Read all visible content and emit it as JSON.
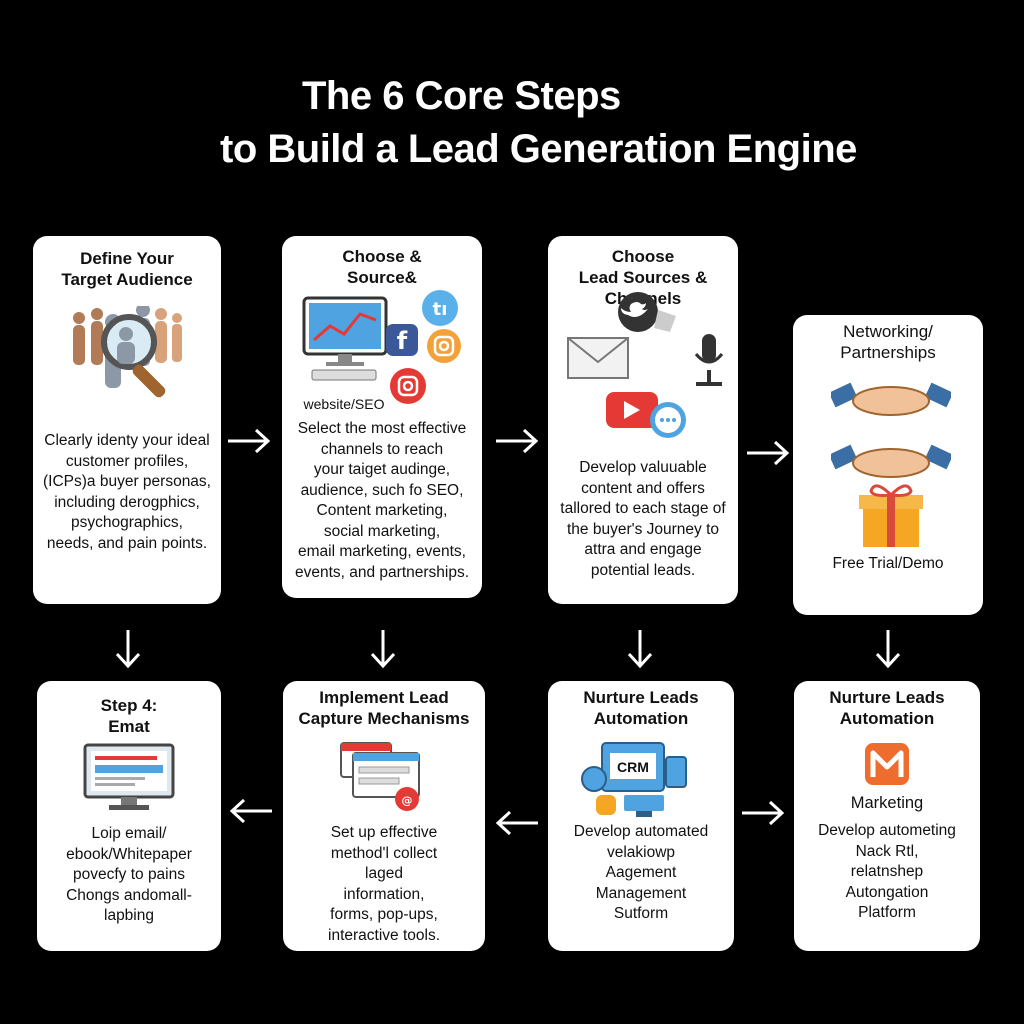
{
  "title": {
    "line1": "The 6 Core Steps",
    "line2": "to Build a Lead Generation Engine"
  },
  "cards": {
    "c1": {
      "heading": "Define Your\nTarget Audience",
      "body": "Clearly identy your ideal\ncustomer profiles,\n(ICPs)a buyer personas,\nincluding derogphics,\npsychographics,\nneeds, and pain points."
    },
    "c2": {
      "heading": "Choose &\nSource&",
      "caption": "website/SEO",
      "body": "Select the most effective\nchannels to reach\nyour taiget audinge,\naudience, such fo SEO,\nContent marketing,\nsocial marketing,\nemail marketing, events,\nevents, and partnerships."
    },
    "c3": {
      "heading": "Choose\nLead Sources & Channels",
      "body": "Develop valuuable\ncontent and offers\ntallored to each stage of\nthe buyer's Journey to\nattra and engage\npotential leads."
    },
    "c4": {
      "heading": "Networking/\nPartnerships",
      "caption": "Free Trial/Demo"
    },
    "c5": {
      "heading": "Step 4:\nEmat",
      "body": "Loip email/\nebook/Whitepaper\npovecfy to pains\nChongs andomall-\nlapbing"
    },
    "c6": {
      "heading": "Implement Lead\nCapture Mechanisms",
      "body": "Set up effective\nmethod'l collect\nlaged\ninformation,\nforms, pop-ups,\ninteractive tools."
    },
    "c7": {
      "heading": "Nurture Leads\nAutomation",
      "crm_label": "CRM",
      "body": "Develop automated\nvelakiowp\nAagement\nManagement\nSutform"
    },
    "c8": {
      "heading": "Nurture Leads\nAutomation",
      "caption": "Marketing",
      "body": "Develop autometing\nNack Rtl,\nrelatnshep\nAutongation\nPlatform"
    }
  },
  "icons": {
    "c1": "audience-magnifier-icon",
    "c2": "social-media-computer-icon",
    "c3": "channels-icon",
    "c4": "handshake-gift-icon",
    "c5": "email-monitor-icon",
    "c6": "capture-form-icon",
    "c7": "crm-icon",
    "c8": "marketing-automation-icon"
  },
  "colors": {
    "background": "#000000",
    "card": "#ffffff",
    "facebook": "#3b5998",
    "instagram": "#f4a13a",
    "youtube": "#e53935",
    "gift": "#f5a623",
    "marketing_logo": "#ef6c2f"
  }
}
